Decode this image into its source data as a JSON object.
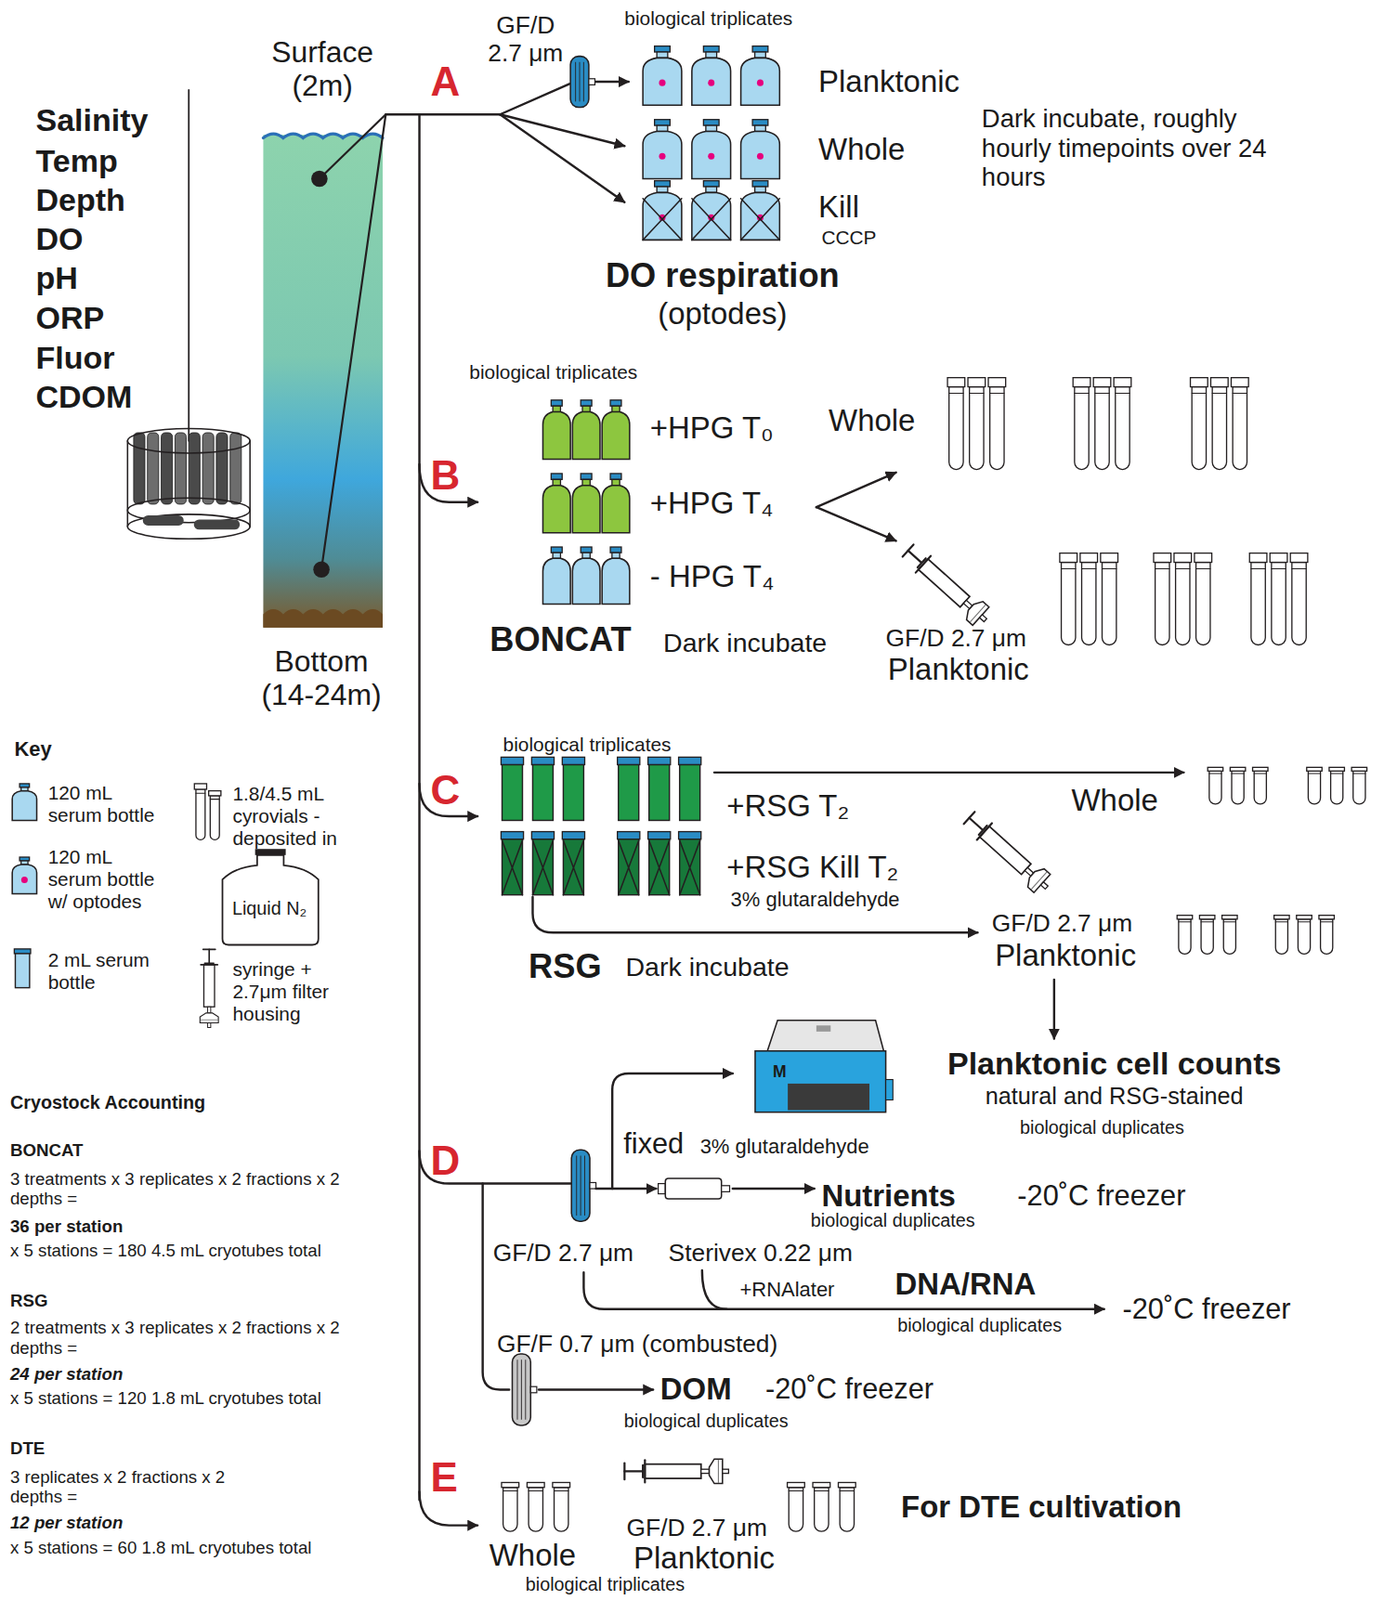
{
  "diagram": {
    "nodes": [
      {
        "text": [
          "Surface (2m)",
          "Bottom (14-24m)"
        ]
      },
      {
        "text": [
          "Liquid N₂"
        ]
      },
      {
        "text": [
          "M"
        ]
      }
    ],
    "labels": [
      "Salinity",
      "Temp",
      "Depth",
      "DO",
      "pH",
      "ORP",
      "Fluor",
      "CDOM",
      "A",
      "GF/D 2.7 μm",
      "biological triplicates",
      "Planktonic",
      "Whole",
      "Kill",
      "CCCP",
      "Dark incubate, roughly hourly timepoints over 24 hours",
      "DO respiration",
      "(optodes)",
      "biological triplicates",
      "B",
      "+HPG T₀",
      "+HPG T₄",
      "- HPG T₄",
      "Whole",
      "BONCAT",
      "Dark incubate",
      "GF/D 2.7 μm",
      "Planktonic",
      "biological triplicates",
      "C",
      "+RSG T₂",
      "+RSG Kill T₂",
      "3% glutaraldehyde",
      "Whole",
      "GF/D 2.7 μm",
      "Planktonic",
      "RSG",
      "Dark incubate",
      "Planktonic cell counts",
      "natural and RSG-stained",
      "biological duplicates",
      "D",
      "fixed",
      "3% glutaraldehyde",
      "Nutrients",
      "biological duplicates",
      "-20˚C freezer",
      "GF/D 2.7 μm",
      "Sterivex 0.22 μm",
      "+RNAlater",
      "DNA/RNA",
      "biological duplicates",
      "-20˚C freezer",
      "GF/F 0.7 μm (combusted)",
      "DOM",
      "biological duplicates",
      "-20˚C freezer",
      "E",
      "Whole",
      "GF/D 2.7 μm",
      "Planktonic",
      "For DTE cultivation",
      "biological triplicates",
      "Key",
      "Cryostock Accounting",
      "BONCAT",
      "3 treatments x 3 replicates x 2 fractions x 2 depths =",
      "36 per station",
      "x 5 stations = 180 4.5 mL cryotubes total",
      "RSG",
      "2 treatments x 3 replicates x 2 fractions x 2 depths =",
      "24 per station",
      "x 5 stations = 120 1.8 mL cryotubes total",
      "DTE",
      "3 replicates x 2 fractions x 2 depths =",
      "12 per station",
      "x 5 stations = 60 1.8 mL cryotubes total"
    ],
    "legend": [
      {
        "text": "120 mL serum bottle"
      },
      {
        "text": "120 mL serum bottle w/ optodes"
      },
      {
        "text": "2 mL serum bottle"
      },
      {
        "text": "1.8/4.5 mL cyrovials - deposited in"
      },
      {
        "text": "syringe + 2.7μm filter housing"
      }
    ]
  }
}
